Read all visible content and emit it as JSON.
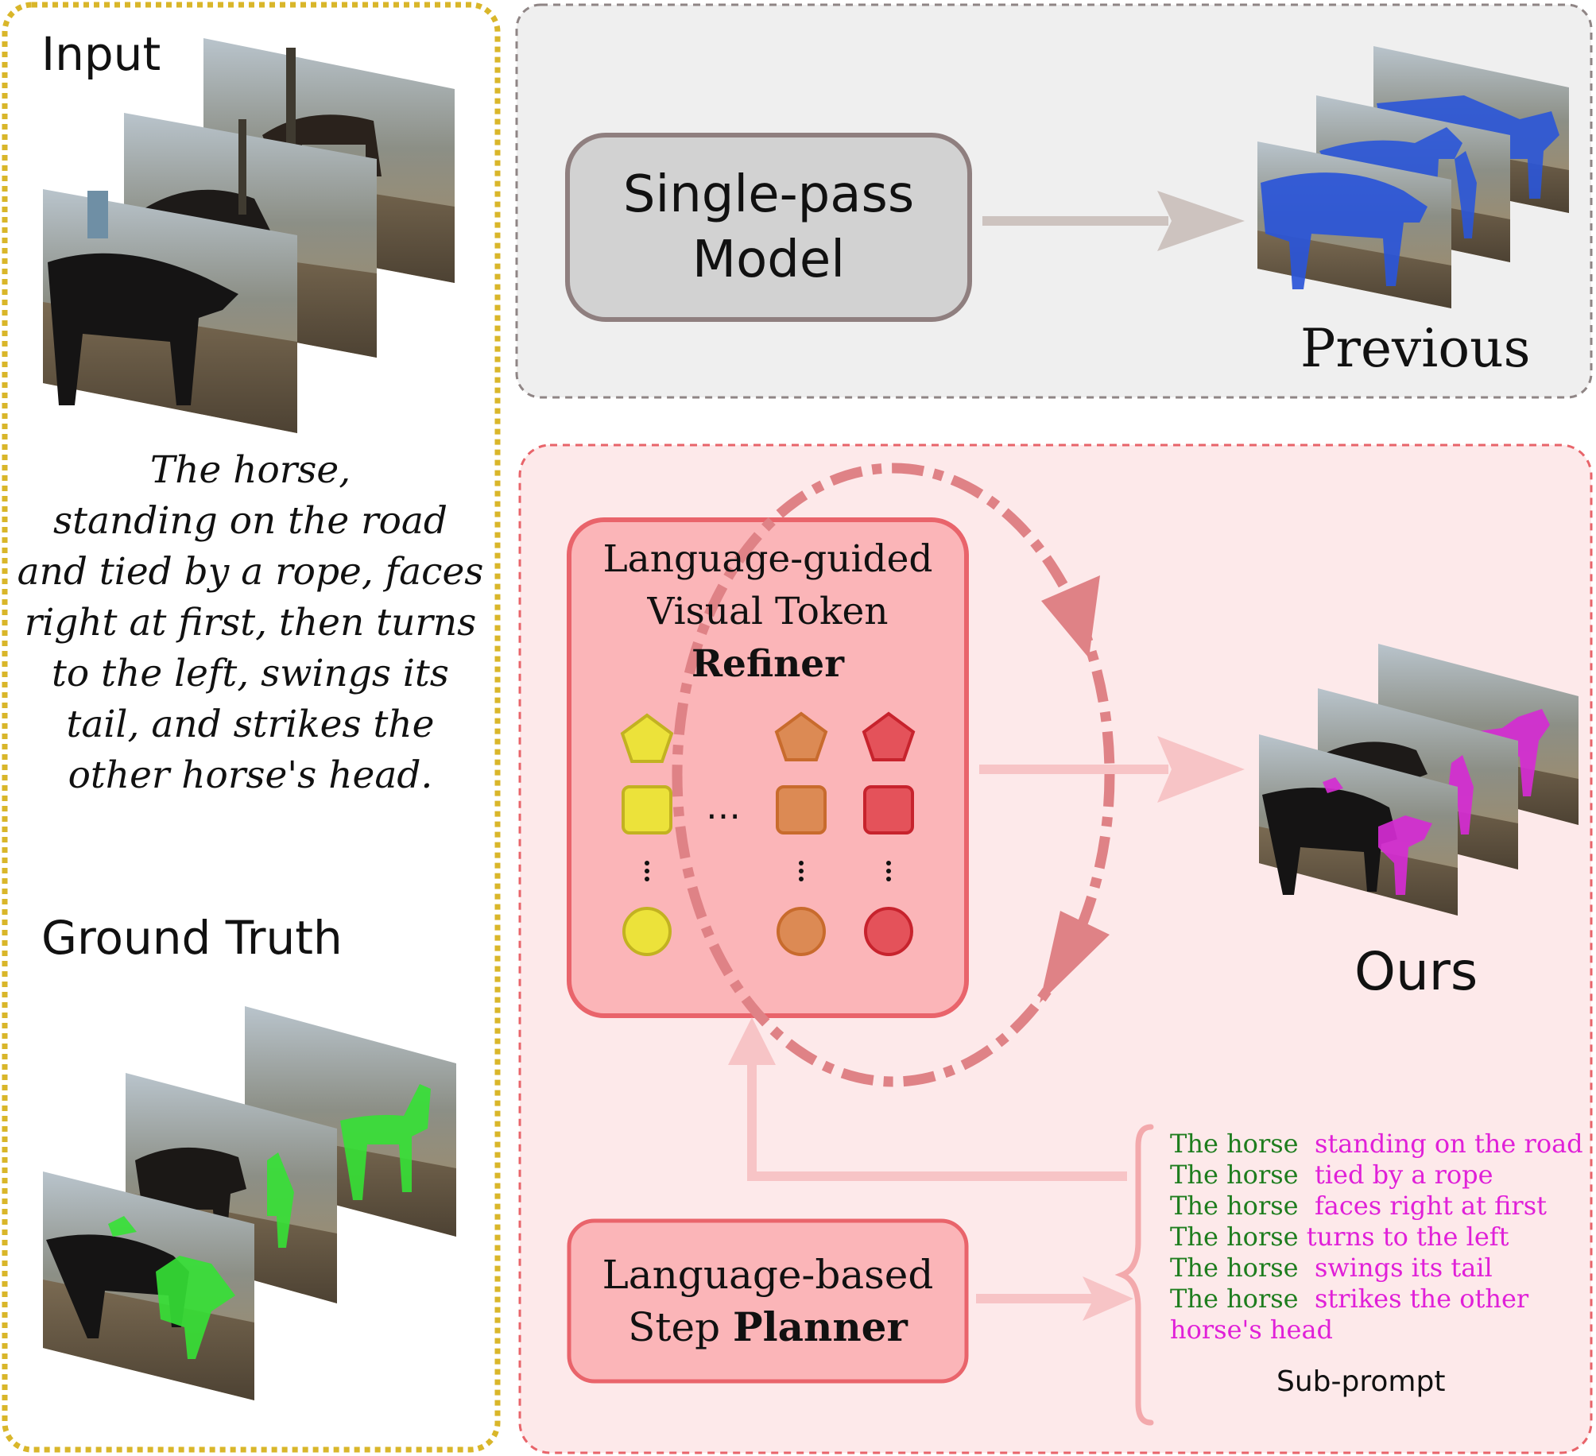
{
  "left_panel": {
    "input_label": "Input",
    "caption_lines": [
      "The horse,",
      "standing on the road",
      "and tied by a rope, faces",
      "right at first, then turns",
      "to the left, swings its",
      "tail, and strikes the",
      "other horse's head."
    ],
    "ground_truth_label": "Ground Truth"
  },
  "previous_panel": {
    "model_line1": "Single-pass",
    "model_line2": "Model",
    "output_label": "Previous"
  },
  "ours_panel": {
    "refiner_line1": "Language-guided",
    "refiner_line2": "Visual Token",
    "refiner_line3": "Refiner",
    "planner_line1": "Language-based",
    "planner_line2a": "Step ",
    "planner_line2b": "Planner",
    "output_label": "Ours",
    "ellipsis": "…",
    "sub_prompt_label": "Sub-prompt",
    "sub_prompts": [
      {
        "subject": "The horse",
        "predicate": "standing on the road"
      },
      {
        "subject": "The horse",
        "predicate": "tied by a rope"
      },
      {
        "subject": "The horse",
        "predicate": "faces right at first"
      },
      {
        "subject": "The horse",
        "predicate": "turns to the left"
      },
      {
        "subject": "The horse",
        "predicate": "swings its tail"
      },
      {
        "subject": "The horse",
        "predicate": "strikes the other"
      },
      {
        "subject": "",
        "predicate": "horse's head"
      }
    ]
  },
  "colors": {
    "left_border": "#d9b62a",
    "previous_bg": "#efefef",
    "previous_border": "#8f8585",
    "ours_bg": "#fde9ea",
    "ours_border": "#e8646a",
    "box_fill": "#fbb5b8",
    "box_stroke": "#e9646b",
    "loop_arrow": "#df8286",
    "light_arrow": "#f7c4c6",
    "gray_arrow": "#cdc3bf",
    "previous_mask": "#2a55d8",
    "ours_mask": "#d52bd2",
    "gt_mask": "#35e135",
    "token_yellow": "#ece23a",
    "token_orange": "#dc8a54",
    "token_red": "#e4525a",
    "subject_text": "#1e7d1e",
    "predicate_text": "#e020d8"
  }
}
